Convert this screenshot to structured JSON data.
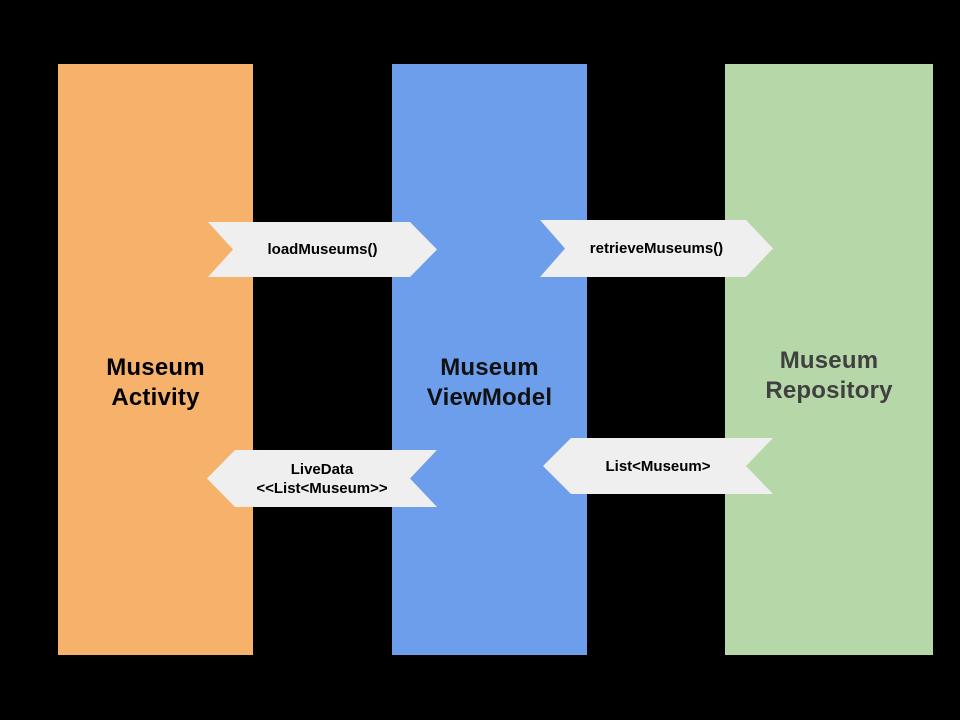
{
  "diagram": {
    "background_color": "#000000",
    "banner_fill_color": "#EFEFEF",
    "columns": [
      {
        "id": "museum-activity",
        "label_line1": "Museum",
        "label_line2": "Activity",
        "fill_color": "#F6B26B",
        "text_color": "#000000"
      },
      {
        "id": "museum-viewmodel",
        "label_line1": "Museum",
        "label_line2": "ViewModel",
        "fill_color": "#6D9EEB",
        "text_color": "#111111"
      },
      {
        "id": "museum-repository",
        "label_line1": "Museum",
        "label_line2": "Repository",
        "fill_color": "#B6D7A8",
        "text_color": "#404040"
      }
    ],
    "arrows": [
      {
        "id": "load-museums",
        "label": "loadMuseums()",
        "direction": "right",
        "from": "Museum Activity",
        "to": "Museum ViewModel"
      },
      {
        "id": "retrieve-museums",
        "label": "retrieveMuseums()",
        "direction": "right",
        "from": "Museum ViewModel",
        "to": "Museum Repository"
      },
      {
        "id": "livedata-list-museum",
        "label_line1": "LiveData",
        "label_line2": "<<List<Museum>>",
        "direction": "left",
        "from": "Museum ViewModel",
        "to": "Museum Activity"
      },
      {
        "id": "list-museum",
        "label": "List<Museum>",
        "direction": "left",
        "from": "Museum Repository",
        "to": "Museum ViewModel"
      }
    ]
  }
}
